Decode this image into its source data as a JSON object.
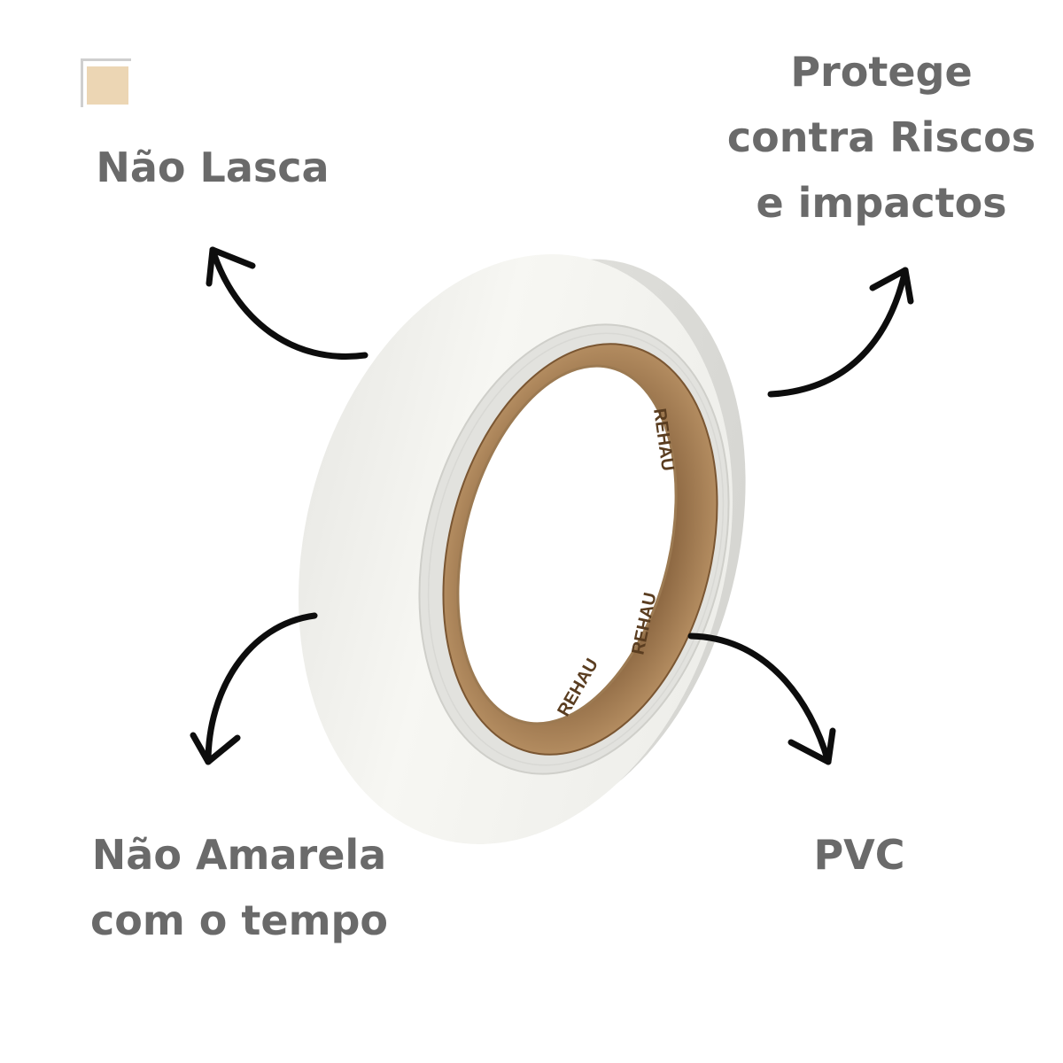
{
  "colors": {
    "swatch": "#ecd6b4",
    "label_text": "#6a6a6a",
    "arrow": "#0d0d0d",
    "tape_white": "#f4f4f0",
    "cardboard_core": "#a98256"
  },
  "features": {
    "top_left": "Não Lasca",
    "top_right": [
      "Protege",
      "contra Riscos",
      "e impactos"
    ],
    "bottom_left": [
      "Não Amarela",
      "com o tempo"
    ],
    "bottom_right": "PVC"
  },
  "product": {
    "core_brand": "REHAU"
  }
}
